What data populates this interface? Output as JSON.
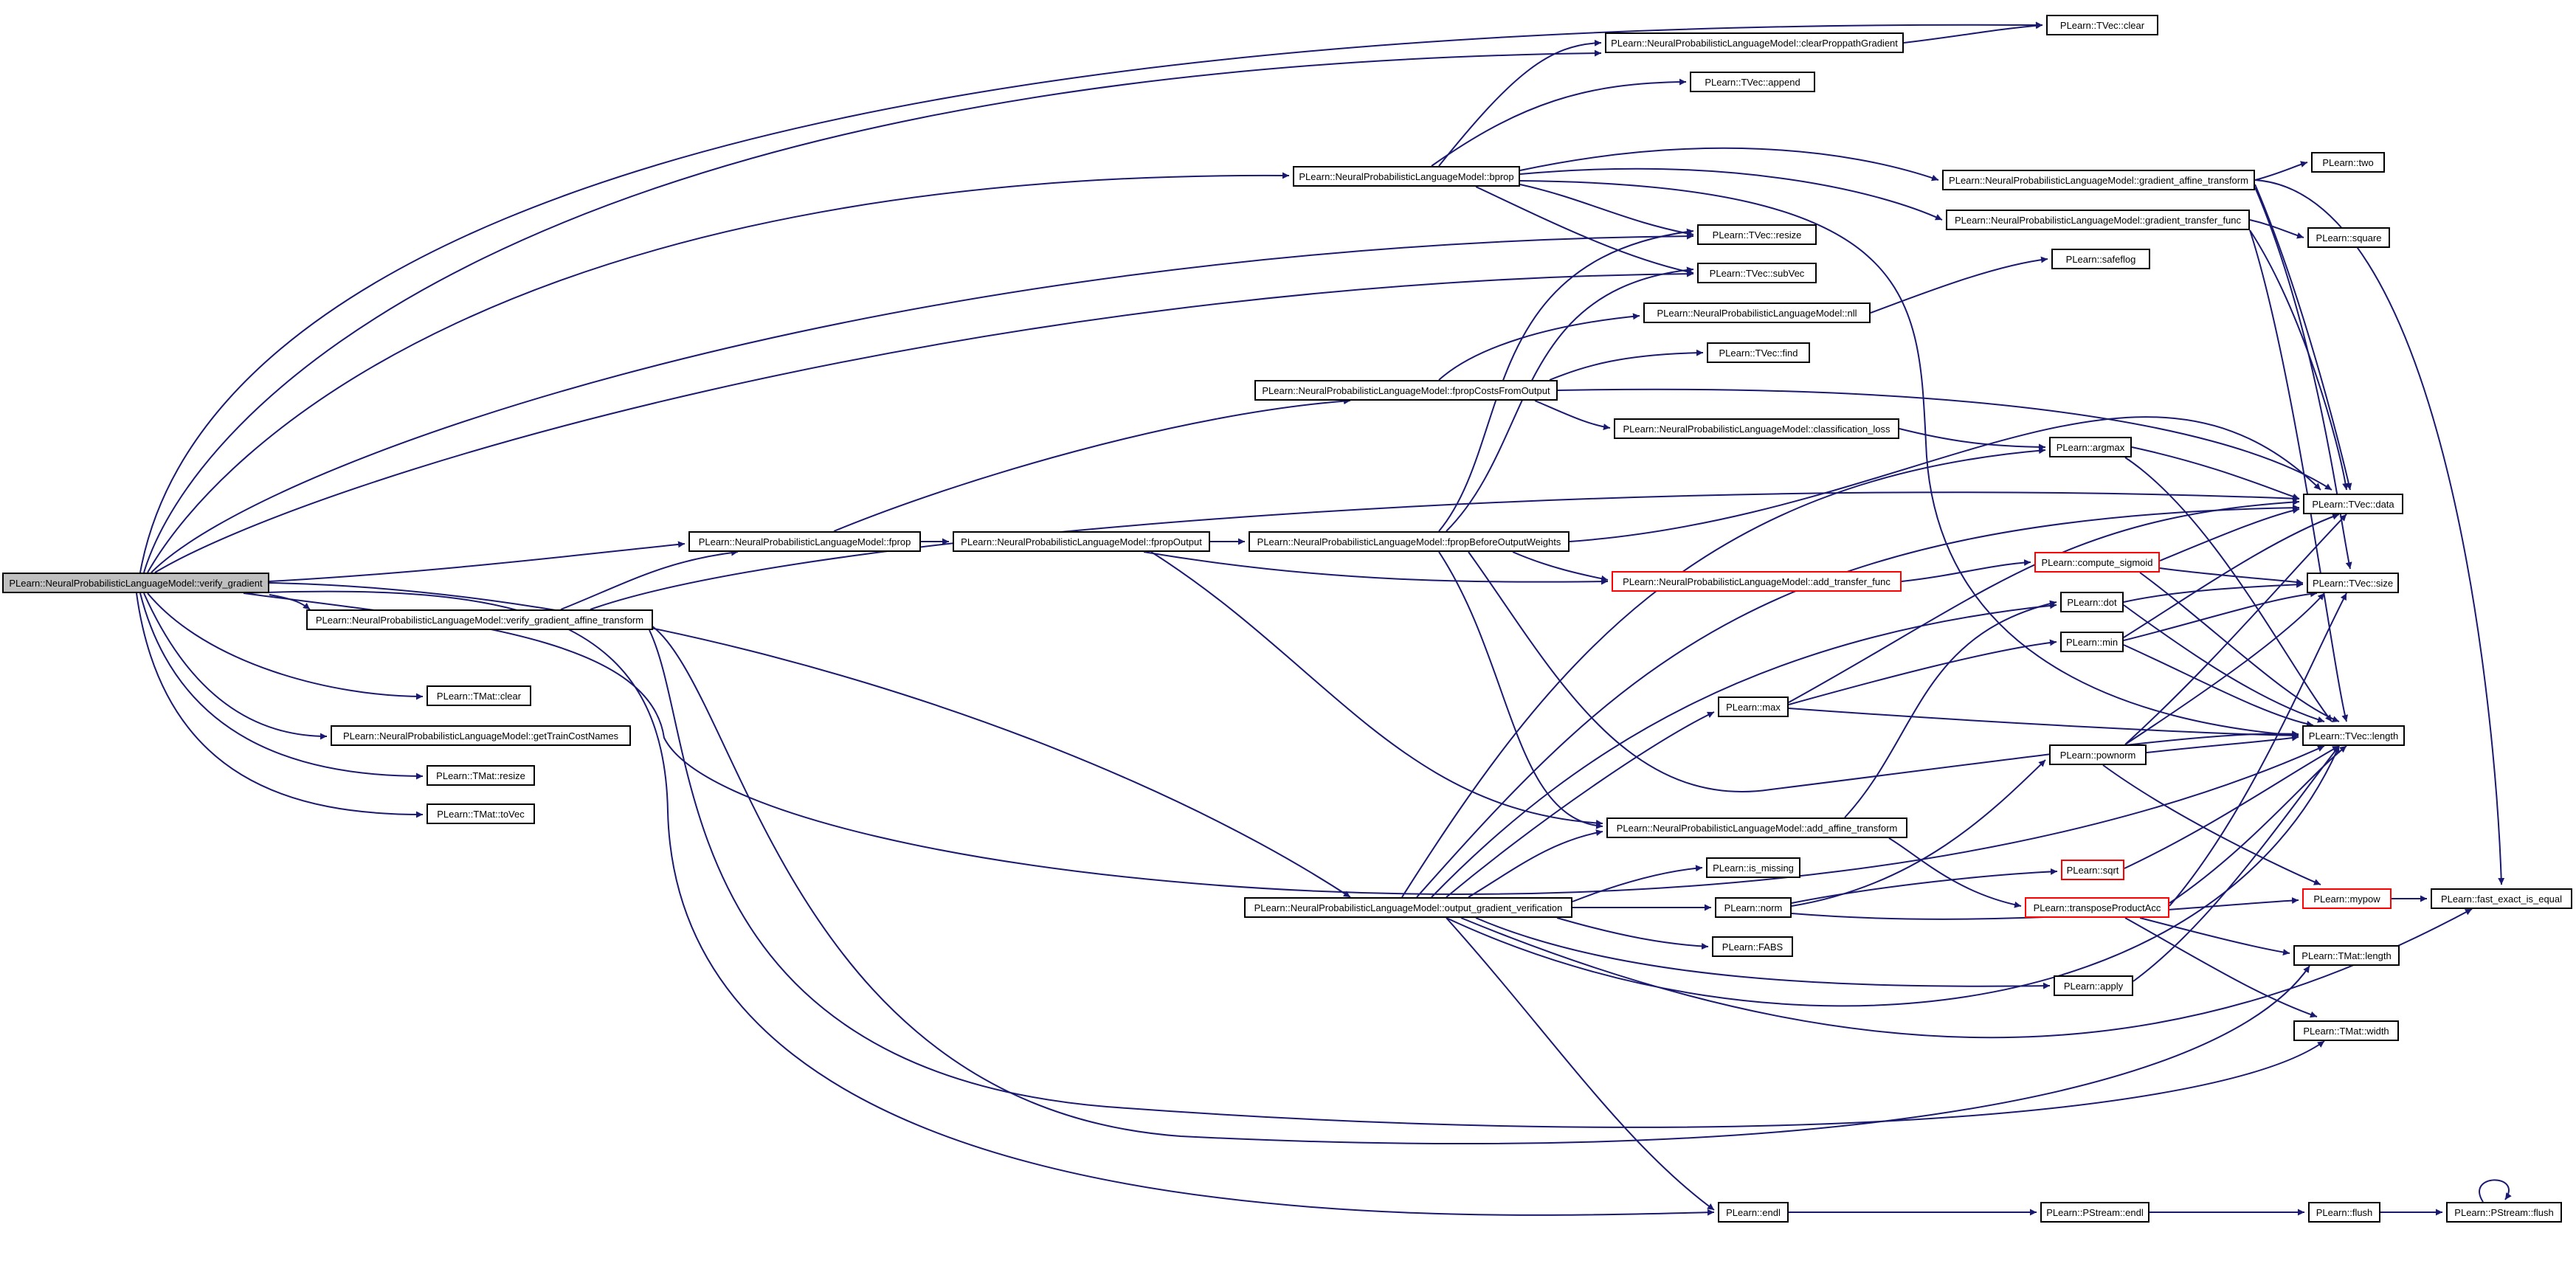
{
  "colors": {
    "edge": "#191970",
    "node_border": "#000000",
    "incomplete_border": "#ff0000",
    "root_fill": "#bfbfbf"
  },
  "nodes": {
    "verify_gradient": "PLearn::NeuralProbabilisticLanguageModel::verify_gradient",
    "tvec_clear": "PLearn::TVec::clear",
    "clearProppathGradient": "PLearn::NeuralProbabilisticLanguageModel::clearProppathGradient",
    "tvec_append": "PLearn::TVec::append",
    "bprop": "PLearn::NeuralProbabilisticLanguageModel::bprop",
    "gradient_affine_transform": "PLearn::NeuralProbabilisticLanguageModel::gradient_affine_transform",
    "two": "PLearn::two",
    "gradient_transfer_func": "PLearn::NeuralProbabilisticLanguageModel::gradient_transfer_func",
    "tvec_resize": "PLearn::TVec::resize",
    "square": "PLearn::square",
    "tvec_subVec": "PLearn::TVec::subVec",
    "safeflog": "PLearn::safeflog",
    "nll": "PLearn::NeuralProbabilisticLanguageModel::nll",
    "tvec_find": "PLearn::TVec::find",
    "fpropCostsFromOutput": "PLearn::NeuralProbabilisticLanguageModel::fpropCostsFromOutput",
    "classification_loss": "PLearn::NeuralProbabilisticLanguageModel::classification_loss",
    "argmax": "PLearn::argmax",
    "tvec_data": "PLearn::TVec::data",
    "fprop": "PLearn::NeuralProbabilisticLanguageModel::fprop",
    "fpropOutput": "PLearn::NeuralProbabilisticLanguageModel::fpropOutput",
    "fpropBeforeOutputWeights": "PLearn::NeuralProbabilisticLanguageModel::fpropBeforeOutputWeights",
    "compute_sigmoid": "PLearn::compute_sigmoid",
    "add_transfer_func": "PLearn::NeuralProbabilisticLanguageModel::add_transfer_func",
    "tvec_size": "PLearn::TVec::size",
    "dot": "PLearn::dot",
    "verify_gradient_affine_transform": "PLearn::NeuralProbabilisticLanguageModel::verify_gradient_affine_transform",
    "min": "PLearn::min",
    "tmat_clear": "PLearn::TMat::clear",
    "max": "PLearn::max",
    "getTrainCostNames": "PLearn::NeuralProbabilisticLanguageModel::getTrainCostNames",
    "tvec_length": "PLearn::TVec::length",
    "pownorm": "PLearn::pownorm",
    "tmat_resize": "PLearn::TMat::resize",
    "tmat_toVec": "PLearn::TMat::toVec",
    "add_affine_transform": "PLearn::NeuralProbabilisticLanguageModel::add_affine_transform",
    "is_missing": "PLearn::is_missing",
    "sqrt": "PLearn::sqrt",
    "mypow": "PLearn::mypow",
    "fast_exact_is_equal": "PLearn::fast_exact_is_equal",
    "output_gradient_verification": "PLearn::NeuralProbabilisticLanguageModel::output_gradient_verification",
    "norm": "PLearn::norm",
    "transposeProductAcc": "PLearn::transposeProductAcc",
    "fabs": "PLearn::FABS",
    "tmat_length": "PLearn::TMat::length",
    "apply": "PLearn::apply",
    "tmat_width": "PLearn::TMat::width",
    "endl": "PLearn::endl",
    "pstream_endl": "PLearn::PStream::endl",
    "flush": "PLearn::flush",
    "pstream_flush": "PLearn::PStream::flush"
  }
}
